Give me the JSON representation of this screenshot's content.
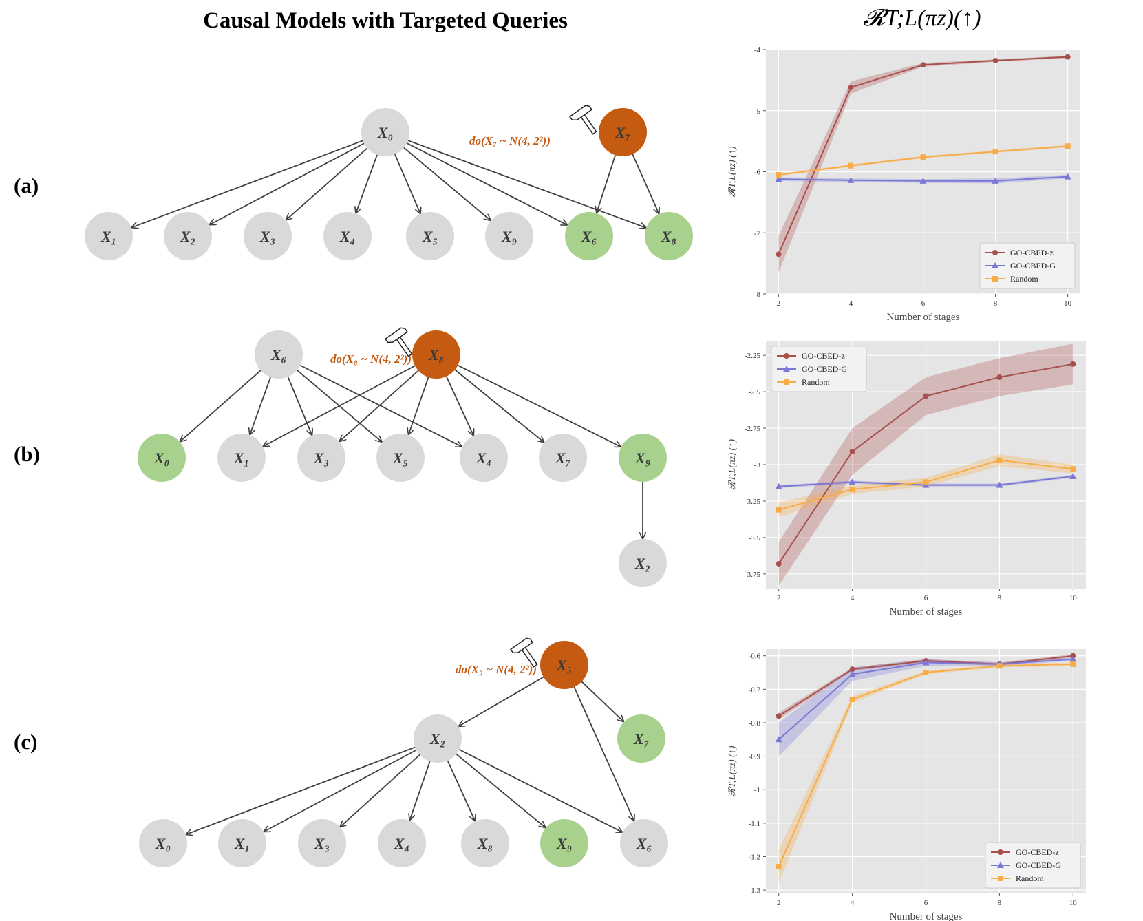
{
  "title": "Causal Models with Targeted Queries",
  "right_title": "𝓡T;L(πz)(↑)",
  "colors": {
    "node_gray": "#d9d9d9",
    "node_green": "#a9d18e",
    "node_orange": "#c55a11",
    "intervention_text": "#c55a11",
    "edge": "#404040",
    "plot_bg": "#e5e5e5",
    "series_z": "#a8504c",
    "series_G": "#7b78d6",
    "series_random": "#f8ac47"
  },
  "panels": [
    {
      "label": "(a)",
      "intervention": "do(X₇ ~ N(4, 2²))",
      "nodes": [
        {
          "id": "X0",
          "label": "X₀",
          "kind": "gray"
        },
        {
          "id": "X7",
          "label": "X₇",
          "kind": "orange"
        },
        {
          "id": "X1",
          "label": "X₁",
          "kind": "gray"
        },
        {
          "id": "X2",
          "label": "X₂",
          "kind": "gray"
        },
        {
          "id": "X3",
          "label": "X₃",
          "kind": "gray"
        },
        {
          "id": "X4",
          "label": "X₄",
          "kind": "gray"
        },
        {
          "id": "X5",
          "label": "X₅",
          "kind": "gray"
        },
        {
          "id": "X9",
          "label": "X₉",
          "kind": "gray"
        },
        {
          "id": "X6",
          "label": "X₆",
          "kind": "green"
        },
        {
          "id": "X8",
          "label": "X₈",
          "kind": "green"
        }
      ],
      "edges": [
        [
          "X0",
          "X1"
        ],
        [
          "X0",
          "X2"
        ],
        [
          "X0",
          "X3"
        ],
        [
          "X0",
          "X4"
        ],
        [
          "X0",
          "X5"
        ],
        [
          "X0",
          "X9"
        ],
        [
          "X0",
          "X6"
        ],
        [
          "X0",
          "X8"
        ],
        [
          "X7",
          "X6"
        ],
        [
          "X7",
          "X8"
        ]
      ]
    },
    {
      "label": "(b)",
      "intervention": "do(X₈ ~ N(4, 2²))",
      "nodes": [
        {
          "id": "X6",
          "label": "X₆",
          "kind": "gray"
        },
        {
          "id": "X8",
          "label": "X₈",
          "kind": "orange"
        },
        {
          "id": "X0",
          "label": "X₀",
          "kind": "green"
        },
        {
          "id": "X1",
          "label": "X₁",
          "kind": "gray"
        },
        {
          "id": "X3",
          "label": "X₃",
          "kind": "gray"
        },
        {
          "id": "X5",
          "label": "X₅",
          "kind": "gray"
        },
        {
          "id": "X4",
          "label": "X₄",
          "kind": "gray"
        },
        {
          "id": "X7",
          "label": "X₇",
          "kind": "gray"
        },
        {
          "id": "X9",
          "label": "X₉",
          "kind": "green"
        },
        {
          "id": "X2",
          "label": "X₂",
          "kind": "gray"
        }
      ],
      "edges": [
        [
          "X6",
          "X0"
        ],
        [
          "X6",
          "X1"
        ],
        [
          "X6",
          "X3"
        ],
        [
          "X6",
          "X5"
        ],
        [
          "X6",
          "X4"
        ],
        [
          "X8",
          "X1"
        ],
        [
          "X8",
          "X3"
        ],
        [
          "X8",
          "X5"
        ],
        [
          "X8",
          "X4"
        ],
        [
          "X8",
          "X7"
        ],
        [
          "X8",
          "X9"
        ],
        [
          "X9",
          "X2"
        ]
      ]
    },
    {
      "label": "(c)",
      "intervention": "do(X₅ ~ N(4, 2²))",
      "nodes": [
        {
          "id": "X5",
          "label": "X₅",
          "kind": "orange"
        },
        {
          "id": "X2",
          "label": "X₂",
          "kind": "gray"
        },
        {
          "id": "X7",
          "label": "X₇",
          "kind": "green"
        },
        {
          "id": "X0",
          "label": "X₀",
          "kind": "gray"
        },
        {
          "id": "X1",
          "label": "X₁",
          "kind": "gray"
        },
        {
          "id": "X3",
          "label": "X₃",
          "kind": "gray"
        },
        {
          "id": "X4",
          "label": "X₄",
          "kind": "gray"
        },
        {
          "id": "X8",
          "label": "X₈",
          "kind": "gray"
        },
        {
          "id": "X9",
          "label": "X₉",
          "kind": "green"
        },
        {
          "id": "X6",
          "label": "X₆",
          "kind": "gray"
        }
      ],
      "edges": [
        [
          "X5",
          "X2"
        ],
        [
          "X5",
          "X7"
        ],
        [
          "X5",
          "X6"
        ],
        [
          "X2",
          "X0"
        ],
        [
          "X2",
          "X1"
        ],
        [
          "X2",
          "X3"
        ],
        [
          "X2",
          "X4"
        ],
        [
          "X2",
          "X8"
        ],
        [
          "X2",
          "X9"
        ],
        [
          "X2",
          "X6"
        ]
      ]
    }
  ],
  "chart_data": [
    {
      "type": "line",
      "xlabel": "Number of stages",
      "ylabel": "𝓡T;L(πz) (↑)",
      "x": [
        2,
        4,
        6,
        8,
        10
      ],
      "ylim": [
        -8,
        -4
      ],
      "yticks": [
        -8,
        -7,
        -6,
        -5,
        -4
      ],
      "xticks": [
        2,
        4,
        6,
        8,
        10
      ],
      "legend_position": "bottom-right",
      "grid": true,
      "series": [
        {
          "name": "GO-CBED-z",
          "marker": "circle",
          "values": [
            -7.35,
            -4.62,
            -4.25,
            -4.18,
            -4.12
          ],
          "band": [
            0.3,
            0.1,
            0.03,
            0.02,
            0.02
          ]
        },
        {
          "name": "GO-CBED-G",
          "marker": "triangle",
          "values": [
            -6.12,
            -6.14,
            -6.15,
            -6.15,
            -6.08
          ],
          "band": [
            0.03,
            0.03,
            0.03,
            0.04,
            0.03
          ]
        },
        {
          "name": "Random",
          "marker": "square",
          "values": [
            -6.05,
            -5.9,
            -5.76,
            -5.67,
            -5.58
          ],
          "band": [
            0.02,
            0.02,
            0.02,
            0.02,
            0.02
          ]
        }
      ]
    },
    {
      "type": "line",
      "xlabel": "Number of stages",
      "ylabel": "𝓡T;L(πz) (↑)",
      "x": [
        2,
        4,
        6,
        8,
        10
      ],
      "ylim": [
        -3.85,
        -2.15
      ],
      "yticks": [
        -3.75,
        -3.5,
        -3.25,
        -3.0,
        -2.75,
        -2.5,
        -2.25
      ],
      "xticks": [
        2,
        4,
        6,
        8,
        10
      ],
      "legend_position": "top-left",
      "grid": true,
      "series": [
        {
          "name": "GO-CBED-z",
          "marker": "circle",
          "values": [
            -3.68,
            -2.91,
            -2.53,
            -2.4,
            -2.31
          ],
          "band": [
            0.15,
            0.16,
            0.13,
            0.13,
            0.14
          ]
        },
        {
          "name": "GO-CBED-G",
          "marker": "triangle",
          "values": [
            -3.15,
            -3.12,
            -3.14,
            -3.14,
            -3.08
          ],
          "band": [
            0.01,
            0.01,
            0.01,
            0.01,
            0.01
          ]
        },
        {
          "name": "Random",
          "marker": "square",
          "values": [
            -3.31,
            -3.17,
            -3.12,
            -2.97,
            -3.03
          ],
          "band": [
            0.05,
            0.03,
            0.03,
            0.04,
            0.03
          ]
        }
      ]
    },
    {
      "type": "line",
      "xlabel": "Number of stages",
      "ylabel": "𝓡T;L(πz) (↑)",
      "x": [
        2,
        4,
        6,
        8,
        10
      ],
      "ylim": [
        -1.31,
        -0.58
      ],
      "yticks": [
        -1.3,
        -1.2,
        -1.1,
        -1.0,
        -0.9,
        -0.8,
        -0.7,
        -0.6
      ],
      "xticks": [
        2,
        4,
        6,
        8,
        10
      ],
      "legend_position": "bottom-right",
      "grid": true,
      "series": [
        {
          "name": "GO-CBED-z",
          "marker": "circle",
          "values": [
            -0.78,
            -0.64,
            -0.615,
            -0.625,
            -0.6
          ],
          "band": [
            0.01,
            0.005,
            0.005,
            0.005,
            0.005
          ]
        },
        {
          "name": "GO-CBED-G",
          "marker": "triangle",
          "values": [
            -0.85,
            -0.655,
            -0.62,
            -0.625,
            -0.61
          ],
          "band": [
            0.05,
            0.02,
            0.01,
            0.005,
            0.005
          ]
        },
        {
          "name": "Random",
          "marker": "square",
          "values": [
            -1.23,
            -0.73,
            -0.65,
            -0.63,
            -0.625
          ],
          "band": [
            0.05,
            0.01,
            0.005,
            0.005,
            0.005
          ]
        }
      ]
    }
  ]
}
